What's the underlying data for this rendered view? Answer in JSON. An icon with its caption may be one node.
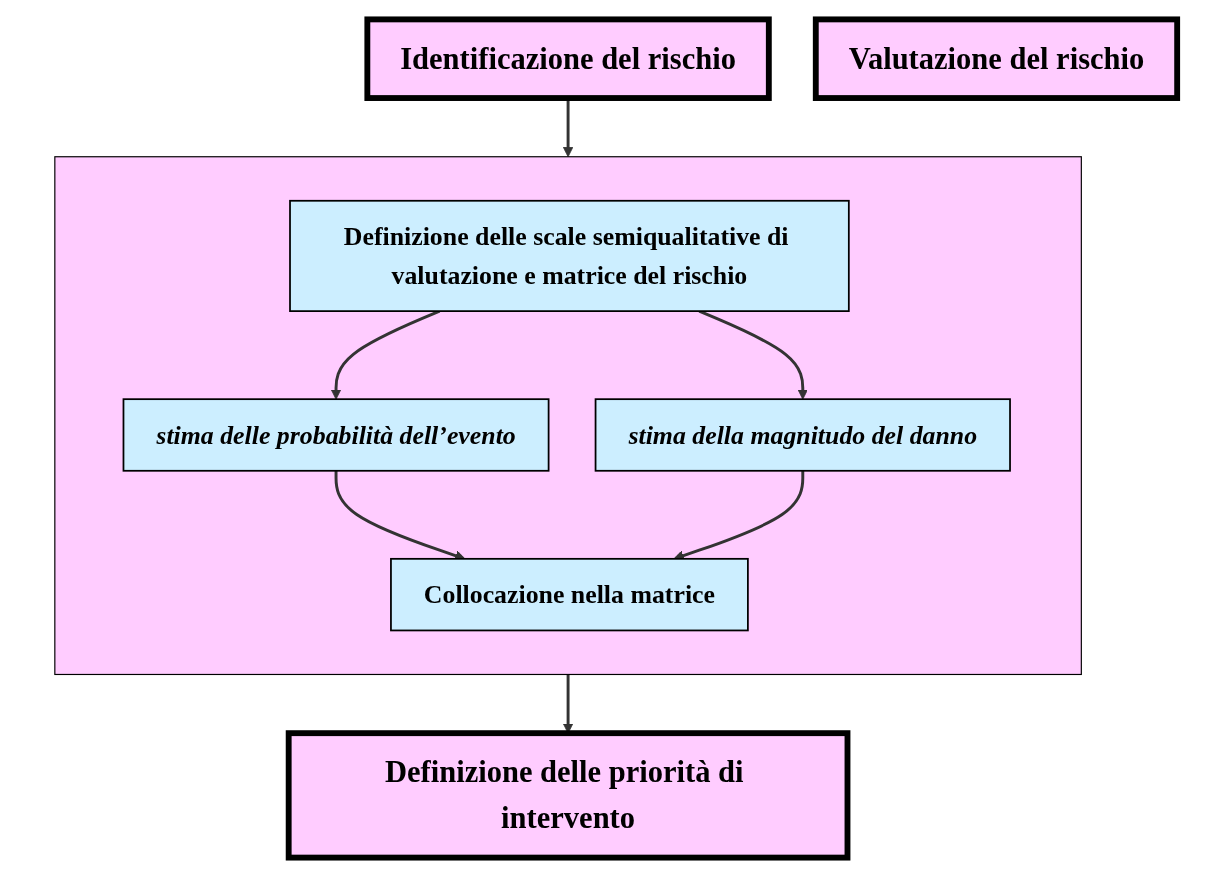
{
  "diagram": {
    "nodes": [
      {
        "text": [
          "Identificazione del rischio"
        ]
      },
      {
        "text": [
          "Valutazione del rischio"
        ]
      },
      {
        "text": [],
        "shape": "box"
      },
      {
        "text": [
          "Definizione delle scale semiqualitative di valutazione e matrice del rischio"
        ],
        "in": 2
      },
      {
        "text": [
          "stima delle probabilità dell’evento"
        ],
        "in": 2
      },
      {
        "text": [
          "stima della magnitudo del danno"
        ],
        "in": 2
      },
      {
        "text": [
          "Collocazione nella matrice"
        ],
        "in": 2
      },
      {
        "text": [
          "Definizione delle priorità di intervento"
        ]
      }
    ],
    "edges": [
      {
        "from": 0,
        "to": 2,
        "arrow": "to"
      },
      {
        "from": 3,
        "to": 4,
        "arrow": "to"
      },
      {
        "from": 3,
        "to": 5,
        "arrow": "to"
      },
      {
        "from": 4,
        "to": 6,
        "arrow": "to"
      },
      {
        "from": 5,
        "to": 6,
        "arrow": "to"
      },
      {
        "from": 2,
        "to": 7,
        "arrow": "to"
      }
    ]
  }
}
